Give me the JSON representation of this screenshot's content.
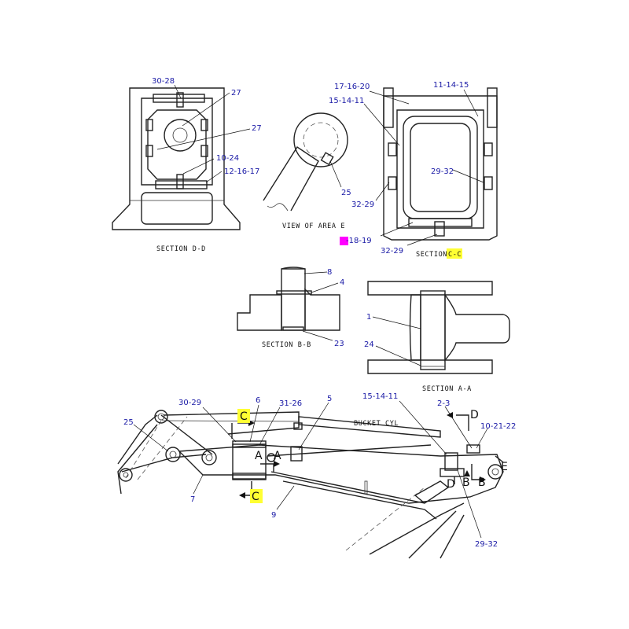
{
  "captions": {
    "section_dd": "SECTION D-D",
    "view_area_e": "VIEW OF AREA E",
    "section_cc_prefix": "SECTION",
    "section_cc_letters": "C-C",
    "section_bb": "SECTION B-B",
    "section_aa": "SECTION A-A",
    "bucket_cyl": "BUCKET CYL"
  },
  "section_dd_labels": {
    "a": "30-28",
    "b": "27",
    "c": "27",
    "d": "10-24",
    "e": "12-16-17"
  },
  "view_e_labels": {
    "a": "25"
  },
  "section_cc_labels": {
    "a": "17-16-20",
    "b": "11-14-15",
    "c": "15-14-11",
    "d": "29-32",
    "e": "32-29",
    "f": "-18-19",
    "g": "32-29"
  },
  "section_bb_labels": {
    "a": "8",
    "b": "4",
    "c": "23"
  },
  "section_aa_labels": {
    "a": "1",
    "b": "24"
  },
  "stick_labels": {
    "a": "30-29",
    "b": "6",
    "c": "31-26",
    "d": "5",
    "e": "15-14-11",
    "f": "2-3",
    "g": "10-21-22",
    "h": "25",
    "i": "7",
    "j": "9",
    "k": "29-32"
  },
  "section_markers": {
    "c_top": "C",
    "c_bottom": "C",
    "d_top": "D",
    "d_bottom": "D",
    "a_left": "A",
    "a_right": "A",
    "b_left": "B",
    "b_right": "B",
    "e": "E"
  },
  "colors": {
    "highlight": "#ffff33",
    "callout": "#ff00ff",
    "label": "#1a1aa6"
  }
}
